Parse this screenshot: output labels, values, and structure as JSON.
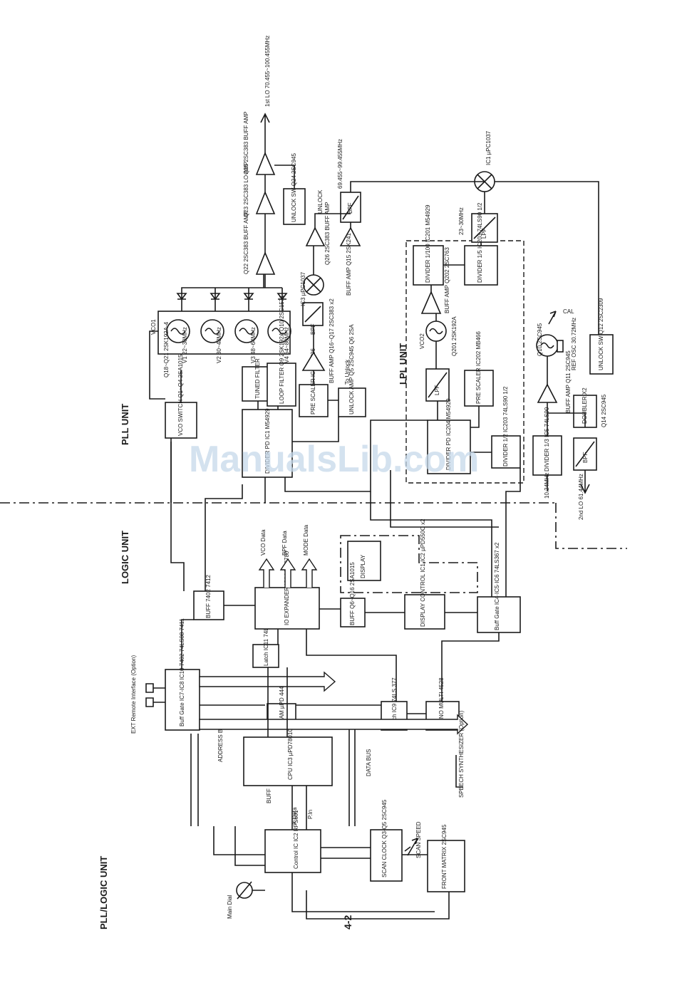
{
  "sections": {
    "pll_logic_unit": "PLL/LOGIC UNIT",
    "logic_unit": "LOGIC UNIT",
    "pll_unit": "PLL UNIT",
    "lpl_unit": "LPL UNIT"
  },
  "watermark": "ManualsLib.com",
  "page_number": "4-2",
  "logic_blocks": {
    "control": "Control IC IC2 RPS601",
    "cpu": "CPU IC3 µPD7801G",
    "ram": "RAM µPD 444",
    "latch_ic9": "Latch IC9 74LS 377",
    "latch_ic11": "Latch IC11 74LS 174",
    "io_expander": "IO EXPANDER IC14 M58780",
    "ext_remote": "EXT Remote Interface (Option)",
    "buff_gate": "Buff Gate IC7-IC8 IC10 7402 74LS08 7411",
    "buff_gate_small": "BUFF 7402 7412",
    "display": "DISPLAY",
    "display_control": "DISPLAY CONTROL IC1-IC2 µPD550C x2",
    "buff_q6": "BUFF Q6~Q16 2SA1015",
    "buff_gate_ic4": "Buff Gate IC4·IC5·IC6 74LS367 x2",
    "mono_multi": "MONO MULTI 4528",
    "scan_clock": "SCAN CLOCK Q3-Q5 2SC945",
    "scan_speed": "SCAN SPEED",
    "front_matrix": "FRONT MATRIX 2SC945",
    "main_dial": "Main Dial",
    "address_bus": "ADDRESS BUS",
    "data_bus": "DATA BUS",
    "speech": "SPEECH SYNTHESIZER (Option)",
    "vco_data": "VCO Data",
    "bpf_data": "BPF Data",
    "mode_data": "MODE Data",
    "buff_label": "BUFF",
    "x_data": "X Data",
    "p_in": "P.In"
  },
  "pll_blocks": {
    "vco_switch": "VCO SWITCH Q1~Q4 2SA1015-4",
    "vco_label": "VCO1",
    "vco_bands": [
      "V1 22~30MHz",
      "V2 30~48MHz",
      "V3 48~64MHz",
      "V4 64~80MHz"
    ],
    "vco_fets": "Q18~Q21 2SK192A-4",
    "divider_ic1": "DIVIDER PD IC1 M54929",
    "tuned_filter": "TUNED FILTER",
    "loop_filter": "LOOP FILTER Q9 2SK192A Q10 2SC1571",
    "pre_scaler_ic": "PRE SCALER IC6 MB506",
    "unlock_amp": "UNLOCK AMP Q5 2SC945 Q6 2SA",
    "bpf1": "BPF",
    "buff_amp_q16": "BUFF AMP Q16~Q17 2SC383 x2",
    "unlock_out": "To Unlock",
    "mixer_ic3": "IC3 µPC1037",
    "buff_amp_q22": "Q22 2SC383 BUFF AMP",
    "lo_amp_q23": "Q23 2SC383 LO AMP",
    "buff_amp_q25": "Q25 2SC383 BUFF AMP",
    "q26_buff": "Q26 2SC383 BUFF AMP",
    "unlock_sw": "UNLOCK SW Q24 2SC945",
    "unlock_in": "UNLOCK",
    "output_label": "1st LO 70.455~100.455MHz",
    "bpf_top": "BPF",
    "freq_top": "69.455~99.455MHz",
    "buff_amp_q15": "BUFF AMP Q15 2SK241",
    "mixer_ic1": "IC1 µPC1037",
    "divider_ic201": "DIVIDER 1/100 IC201 M54929",
    "divider_ic203": "DIVIDER 1/5 IC203 74LS90 1/2",
    "lpf": "LPF",
    "freq_mid": "23~30MHz",
    "buff_amp_q202": "BUFF AMP Q202 2SC763",
    "vco2": "VCO2",
    "q201": "Q201 2SK192A",
    "pre_scaler_lpl": "PRE SCALER IC202 MB466",
    "lpf2": "LPF",
    "divider_lpl": "DIVIDER PD IC204 M54929",
    "divider_ic203b": "DIVIDER 1/2 IC203 74LS90 1/2",
    "xtal_osc": "REF OSC 30.72MHz",
    "cal": "CAL",
    "q10_osc": "Q10 2SC945",
    "buff_amp_q11": "BUFF AMP Q11 2SC945",
    "doubler": "DOUBLER X2",
    "q14": "Q14 2SC945",
    "divider_1_3": "DIVIDER 1/3 IC5 74LS90",
    "bpf_bottom": "BPF",
    "unlock_bottom": "UNLOCK SW Q12 2SC2309",
    "ref_10mhz": "10.24MHz",
    "lo2": "2nd LO 61.44MHz"
  }
}
